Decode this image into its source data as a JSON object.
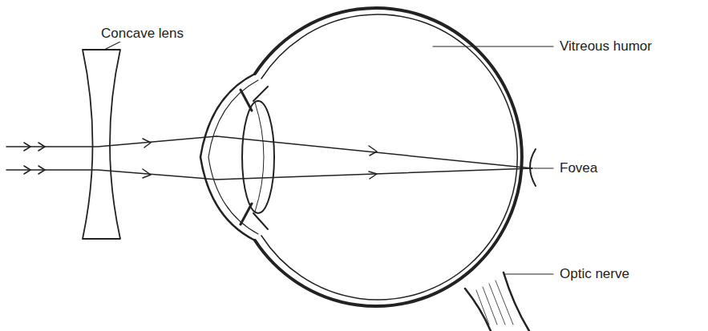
{
  "diagram": {
    "labels": [
      "Concave lens",
      "Vitreous humor",
      "Fovea",
      "Optic nerve"
    ]
  }
}
